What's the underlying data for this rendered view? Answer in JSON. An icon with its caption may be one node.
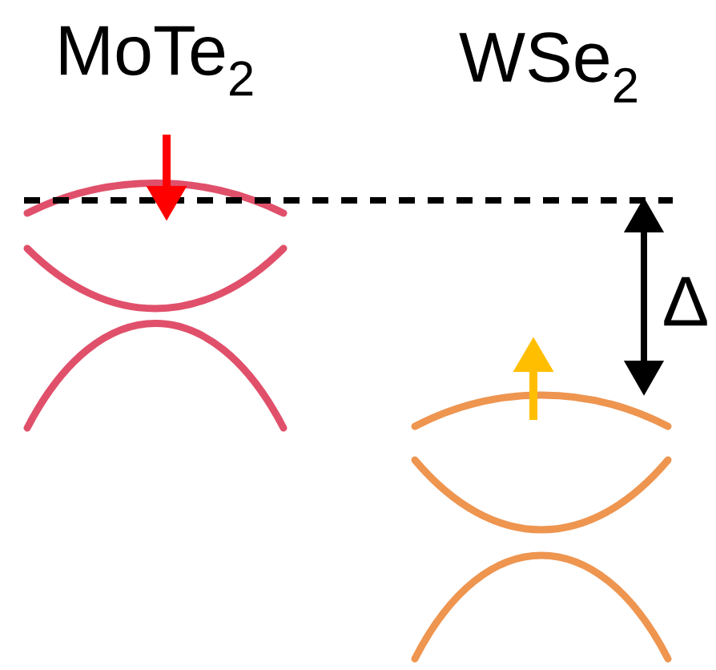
{
  "diagram": {
    "labels": [
      "MoTe$_{2}$",
      "WSe$_{2}$",
      "Δ"
    ]
  }
}
